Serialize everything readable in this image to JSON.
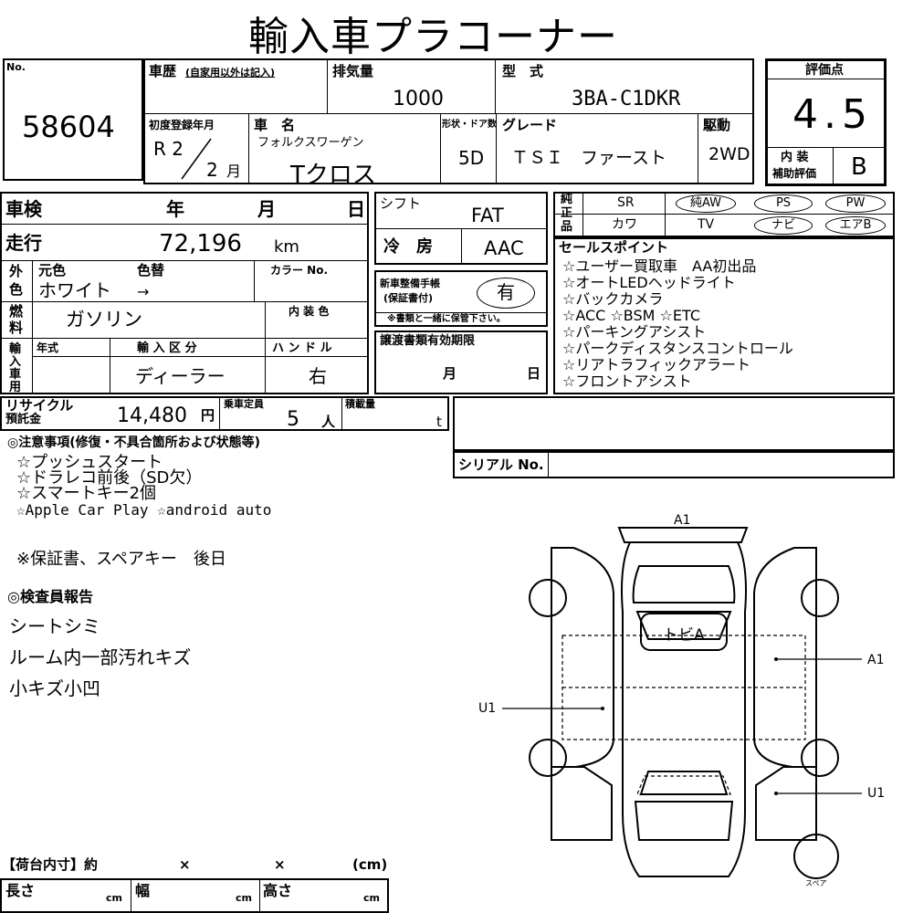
{
  "header": {
    "title": "輸入車プラコーナー"
  },
  "lot": {
    "no_label": "No.",
    "number": "58604"
  },
  "history": {
    "label": "車歴",
    "note": "(自家用以外は記入)"
  },
  "displacement": {
    "label": "排気量",
    "value": "1000"
  },
  "model_code": {
    "label": "型　式",
    "value": "3BA-C1DKR"
  },
  "score": {
    "label": "評価点",
    "value": "4.5",
    "interior_label_1": "内 装",
    "interior_label_2": "補助評価",
    "interior_value": "B"
  },
  "first_reg": {
    "label": "初度登録年月",
    "era": "R 2",
    "month": "2",
    "month_unit": "月"
  },
  "car_name": {
    "label": "車　名",
    "maker": "フォルクスワーゲン",
    "value": "Tクロス"
  },
  "doors": {
    "label": "形状・ドア数",
    "value": "5D"
  },
  "grade": {
    "label": "グレード",
    "value": "ＴＳＩ　ファースト"
  },
  "drive": {
    "label": "駆動",
    "value": "2WD"
  },
  "inspection": {
    "label": "車検",
    "year": "年",
    "month": "月",
    "day": "日"
  },
  "mileage": {
    "label": "走行",
    "value": "72,196",
    "unit": "km"
  },
  "exterior": {
    "label_1": "外",
    "label_2": "色",
    "orig_label": "元色",
    "change_label": "色替",
    "color_no_label": "カラー No.",
    "value": "ホワイト",
    "arrow": "→"
  },
  "fuel": {
    "label_1": "燃",
    "label_2": "料",
    "value": "ガソリン",
    "interior_color_label": "内 装 色"
  },
  "import": {
    "label_1": "輸",
    "label_2": "入",
    "label_3": "車",
    "label_4": "用",
    "year_label": "年式",
    "type_label": "輸 入 区 分",
    "type_value": "ディーラー",
    "handle_label": "ハ ン ド ル",
    "handle_value": "右"
  },
  "shift": {
    "label": "シフト",
    "value": "FAT"
  },
  "ac": {
    "label": "冷　房",
    "value": "AAC"
  },
  "records": {
    "label_1": "新車整備手帳",
    "label_2": "(保証書付)",
    "value": "有",
    "note": "※書類と一緒に保管下さい。"
  },
  "transfer": {
    "label": "譲渡書類有効期限",
    "month": "月",
    "day": "日"
  },
  "equipment": {
    "side_label_1": "純",
    "side_label_2": "正",
    "side_label_3": "品",
    "row1": [
      "SR",
      "純AW",
      "PS",
      "PW"
    ],
    "row2": [
      "カワ",
      "TV",
      "ナビ",
      "エアB"
    ]
  },
  "sales_points": {
    "label": "セールスポイント",
    "items": [
      "☆ユーザー買取車　AA初出品",
      "☆オートLEDヘッドライト",
      "☆バックカメラ",
      "☆ACC ☆BSM ☆ETC",
      "☆パーキングアシスト",
      "☆パークディスタンスコントロール",
      "☆リアトラフィックアラート",
      "☆フロントアシスト"
    ]
  },
  "recycle": {
    "label_1": "リサイクル",
    "label_2": "預託金",
    "value": "14,480",
    "unit": "円"
  },
  "capacity": {
    "label": "乗車定員",
    "value": "5",
    "unit": "人"
  },
  "load": {
    "label": "積載量",
    "unit": "t"
  },
  "serial": {
    "label": "シリアル No."
  },
  "notes": {
    "label": "◎注意事項(修復・不具合箇所および状態等)",
    "items": [
      "☆プッシュスタート",
      "☆ドラレコ前後（SD欠）",
      "☆スマートキー2個",
      "☆Apple Car Play ☆android auto"
    ],
    "extra": "※保証書、スペアキー　後日"
  },
  "inspector": {
    "label": "◎検査員報告",
    "items": [
      "シートシミ",
      "ルーム内一部汚れキズ",
      "小キズ小凹"
    ]
  },
  "cargo": {
    "label": "【荷台内寸】約",
    "x1": "×",
    "x2": "×",
    "unit": "(cm)",
    "length_label": "長さ",
    "width_label": "幅",
    "height_label": "高さ",
    "cm": "cm"
  },
  "diagram": {
    "roof_text": "トビA",
    "marks": [
      "A1",
      "A1",
      "U1",
      "U1"
    ],
    "spare": "スペア"
  }
}
